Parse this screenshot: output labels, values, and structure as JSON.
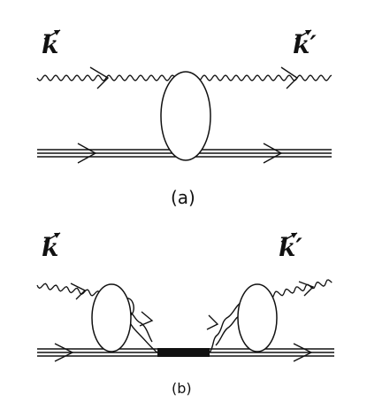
{
  "panel_a": {
    "momentum_in": "k",
    "momentum_out": "k′",
    "caption": "(a)"
  },
  "panel_b": {
    "momentum_in": "k",
    "momentum_out": "k′",
    "caption": "(b)"
  },
  "colors": {
    "ink": "#111111",
    "background": "#ffffff"
  }
}
